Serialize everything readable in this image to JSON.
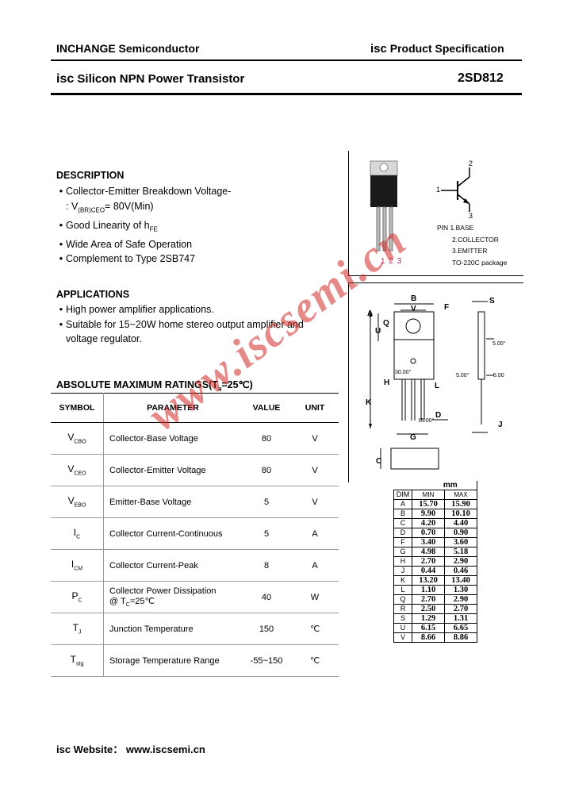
{
  "header": {
    "company": "INCHANGE Semiconductor",
    "spec_prefix": "isc",
    "spec_text": "Product Specification",
    "title_prefix": "isc",
    "title_text": "Silicon NPN Power Transistor",
    "part_number": "2SD812"
  },
  "description": {
    "title": "DESCRIPTION",
    "items": [
      "Collector-Emitter Breakdown Voltage-",
      "Good Linearity of h",
      "Wide Area of Safe Operation",
      "Complement to Type 2SB747"
    ],
    "vbr_prefix": ": V",
    "vbr_sub": "(BR)CEO",
    "vbr_value": "= 80V(Min)",
    "hfe_sub": "FE"
  },
  "applications": {
    "title": "APPLICATIONS",
    "items": [
      "High power amplifier applications.",
      "Suitable for 15~20W home stereo output amplifier and",
      "voltage regulator."
    ]
  },
  "ratings": {
    "title": "ABSOLUTE MAXIMUM RATINGS(T",
    "title_sub": "a",
    "title_end": "=25℃)",
    "columns": [
      "SYMBOL",
      "PARAMETER",
      "VALUE",
      "UNIT"
    ],
    "rows": [
      {
        "sym": "V",
        "sub": "CBO",
        "param": "Collector-Base Voltage",
        "value": "80",
        "unit": "V"
      },
      {
        "sym": "V",
        "sub": "CEO",
        "param": "Collector-Emitter Voltage",
        "value": "80",
        "unit": "V"
      },
      {
        "sym": "V",
        "sub": "EBO",
        "param": "Emitter-Base Voltage",
        "value": "5",
        "unit": "V"
      },
      {
        "sym": "I",
        "sub": "C",
        "param": "Collector Current-Continuous",
        "value": "5",
        "unit": "A"
      },
      {
        "sym": "I",
        "sub": "CM",
        "param": "Collector Current-Peak",
        "value": "8",
        "unit": "A"
      },
      {
        "sym": "P",
        "sub": "C",
        "param": "Collector Power Dissipation",
        "param2": "@ T",
        "param2_sub": "C",
        "param2_end": "=25℃",
        "value": "40",
        "unit": "W"
      },
      {
        "sym": "T",
        "sub": "J",
        "param": "Junction Temperature",
        "value": "150",
        "unit": "℃"
      },
      {
        "sym": "T",
        "sub": "stg",
        "param": "Storage Temperature Range",
        "value": "-55~150",
        "unit": "℃"
      }
    ]
  },
  "pinout": {
    "pin_numbers": "1  2  3",
    "pin_header": "PIN  1.BASE",
    "pin2": "2.COLLECTOR",
    "pin3": "3.EMITTER",
    "package": "TO-220C package",
    "node_top": "2",
    "node_left": "1",
    "node_bottom": "3"
  },
  "dimensions": {
    "unit": "mm",
    "columns": [
      "DIM",
      "MIN",
      "MAX"
    ],
    "rows": [
      [
        "A",
        "15.70",
        "15.90"
      ],
      [
        "B",
        "9.90",
        "10.10"
      ],
      [
        "C",
        "4.20",
        "4.40"
      ],
      [
        "D",
        "0.70",
        "0.90"
      ],
      [
        "F",
        "3.40",
        "3.60"
      ],
      [
        "G",
        "4.98",
        "5.18"
      ],
      [
        "H",
        "2.70",
        "2.90"
      ],
      [
        "J",
        "0.44",
        "0.46"
      ],
      [
        "K",
        "13.20",
        "13.40"
      ],
      [
        "L",
        "1.10",
        "1.30"
      ],
      [
        "Q",
        "2.70",
        "2.90"
      ],
      [
        "R",
        "2.50",
        "2.70"
      ],
      [
        "S",
        "1.29",
        "1.31"
      ],
      [
        "U",
        "6.15",
        "6.65"
      ],
      [
        "V",
        "8.66",
        "8.86"
      ]
    ],
    "drawing_labels": {
      "A": "A",
      "B": "B",
      "V": "V",
      "F": "F",
      "S": "S",
      "Q": "Q",
      "U": "U",
      "H": "H",
      "L": "L",
      "K": "K",
      "D": "D",
      "J": "J",
      "G": "G",
      "C": "C",
      "ang1": "5.00°",
      "ang2": "5.00°",
      "ang3": "5.00",
      "ang4": "30.00°",
      "ang5": "15.00°"
    }
  },
  "footer": {
    "label": "isc Website：",
    "url": "www.iscsemi.cn"
  },
  "watermark": "www.iscsemi.cn"
}
